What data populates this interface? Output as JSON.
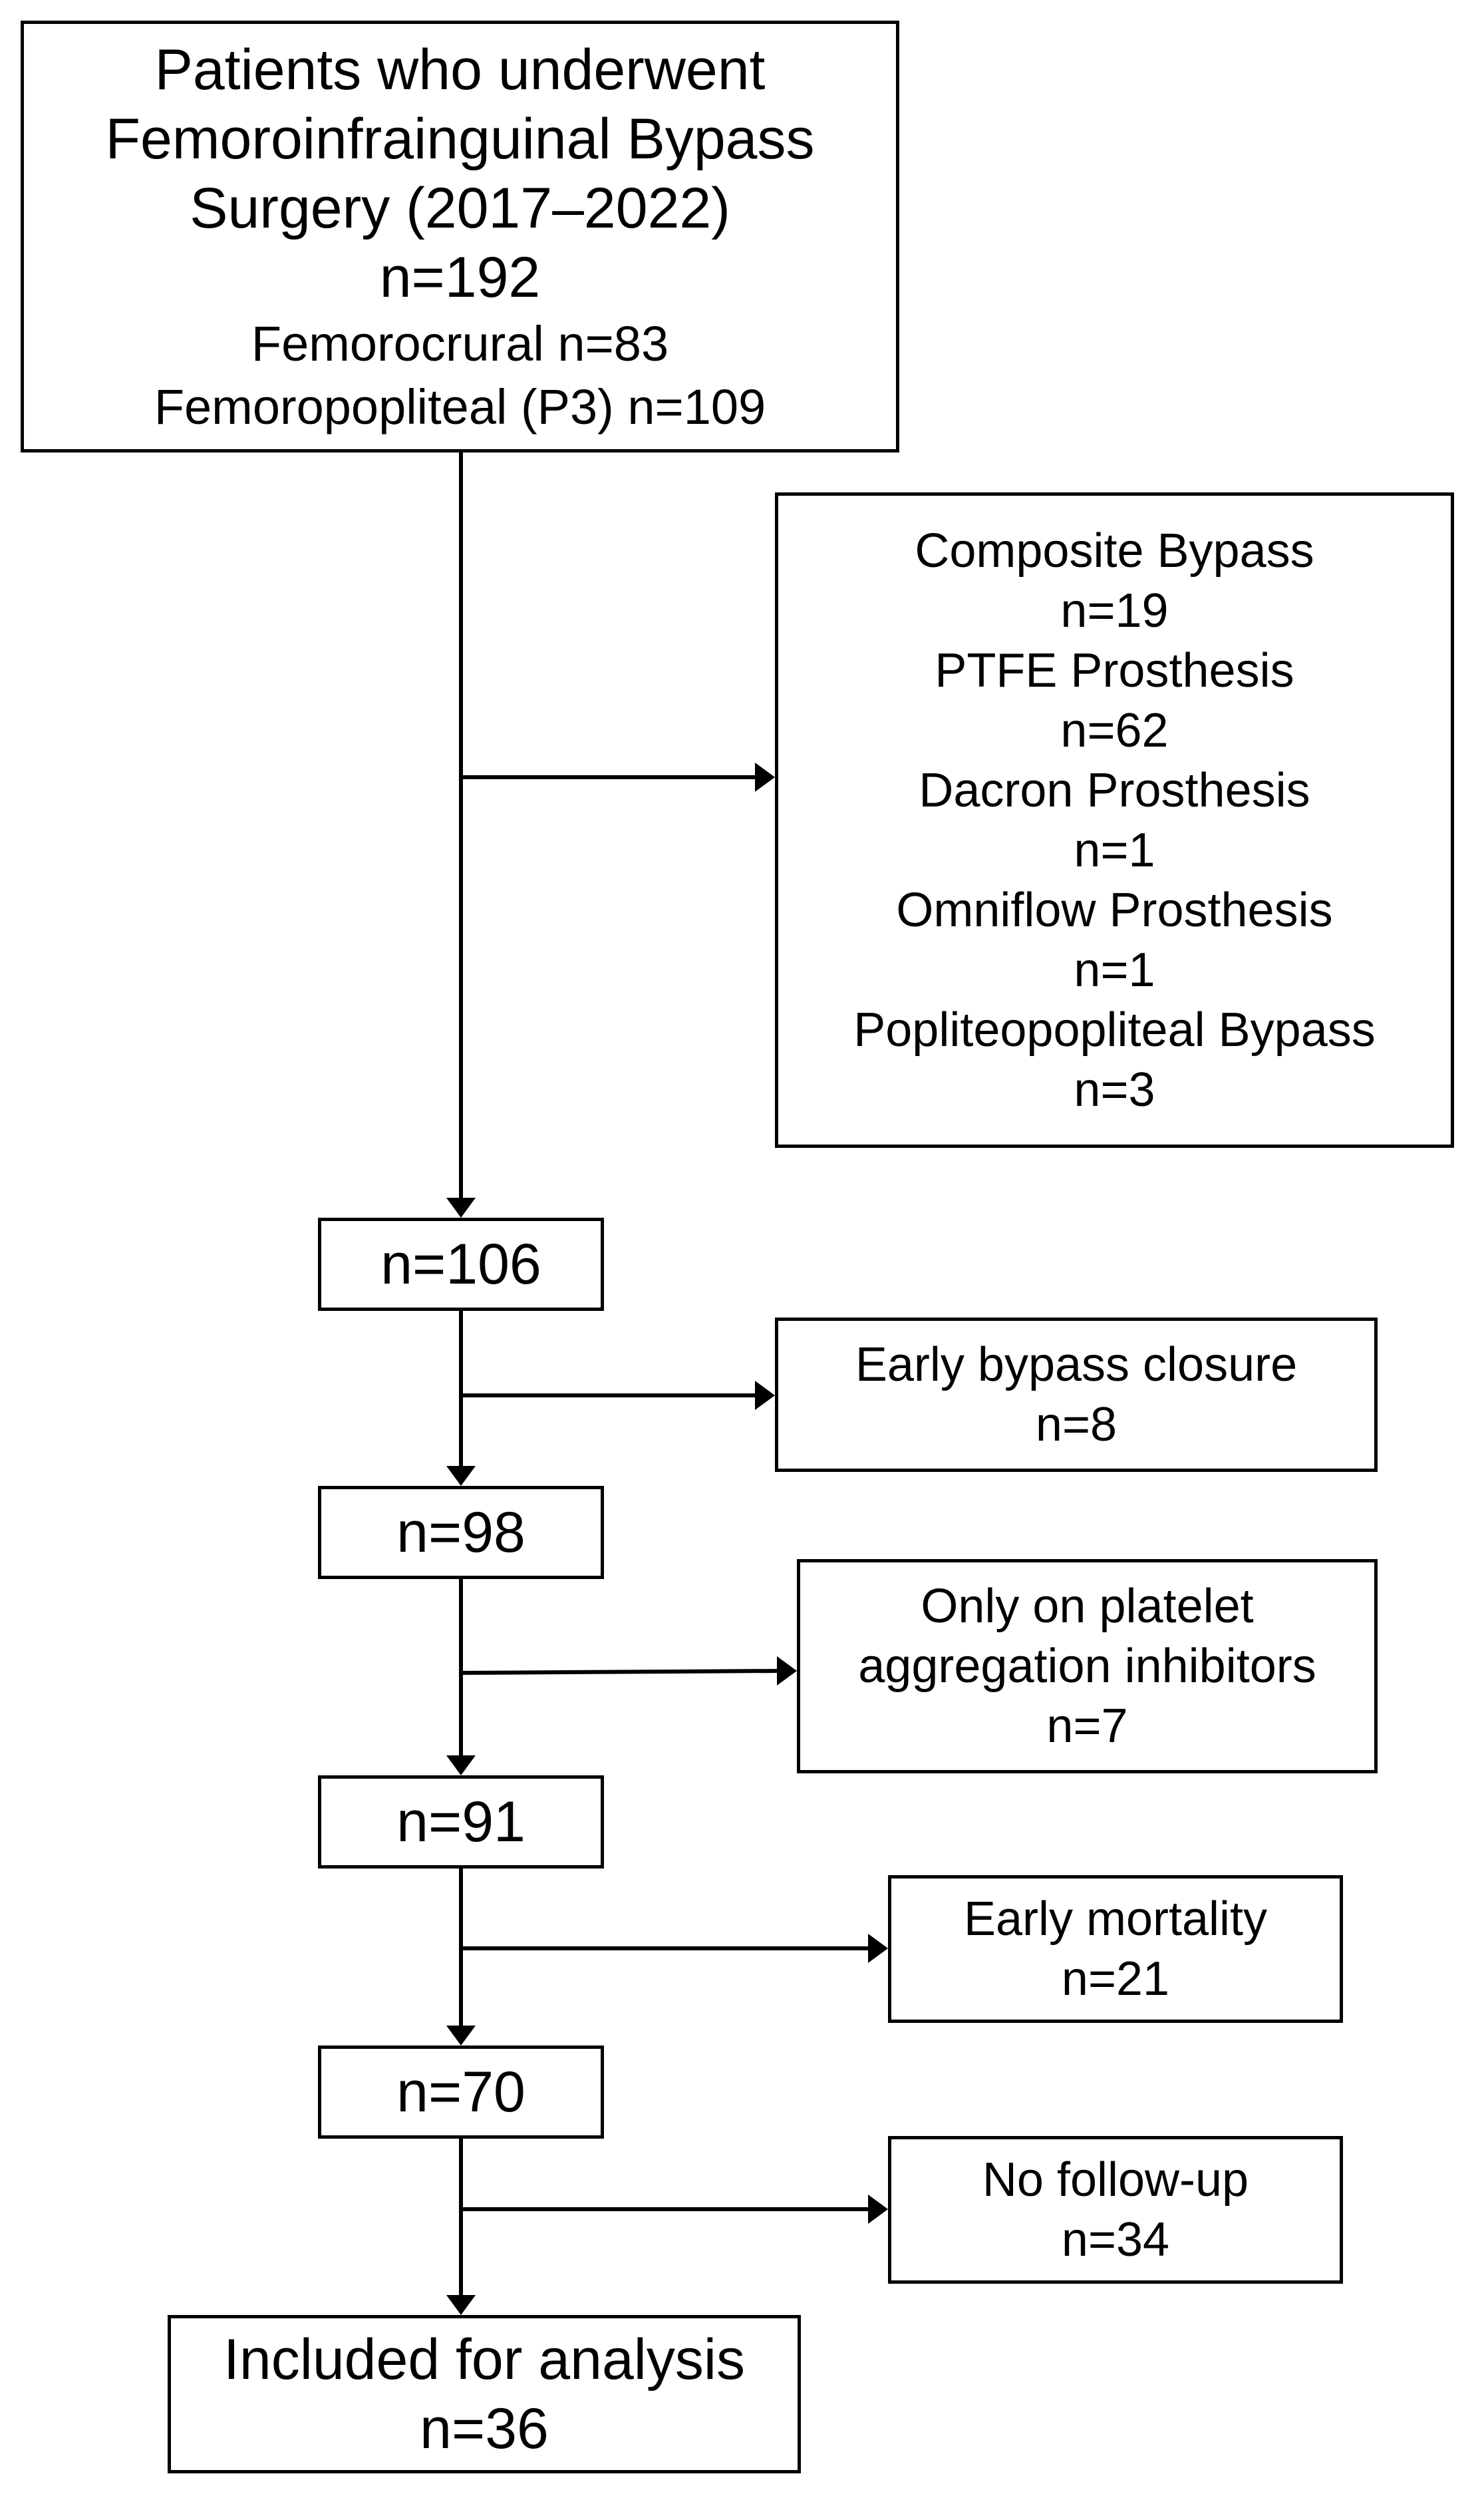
{
  "flowchart": {
    "start": {
      "line1": "Patients who underwent",
      "line2": "Femoroinfrainguinal Bypass",
      "line3": "Surgery (2017–2022)",
      "line4": "n=192",
      "line5": "Femorocrural n=83",
      "line6": "Femoropopliteal (P3) n=109"
    },
    "exclusion1": {
      "line1": "Composite Bypass",
      "line2": "n=19",
      "line3": "PTFE Prosthesis",
      "line4": "n=62",
      "line5": "Dacron Prosthesis",
      "line6": "n=1",
      "line7": "Omniflow Prosthesis",
      "line8": "n=1",
      "line9": "Popliteopopliteal Bypass",
      "line10": "n=3"
    },
    "step1": {
      "label": "n=106"
    },
    "exclusion2": {
      "line1": "Early bypass closure",
      "line2": "n=8"
    },
    "step2": {
      "label": "n=98"
    },
    "exclusion3": {
      "line1": "Only on platelet",
      "line2": "aggregation inhibitors",
      "line3": "n=7"
    },
    "step3": {
      "label": "n=91"
    },
    "exclusion4": {
      "line1": "Early mortality",
      "line2": "n=21"
    },
    "step4": {
      "label": "n=70"
    },
    "exclusion5": {
      "line1": "No follow-up",
      "line2": "n=34"
    },
    "final": {
      "line1": "Included for analysis",
      "line2": "n=36"
    }
  },
  "colors": {
    "stroke": "#000000",
    "background": "#ffffff",
    "text": "#000000"
  }
}
